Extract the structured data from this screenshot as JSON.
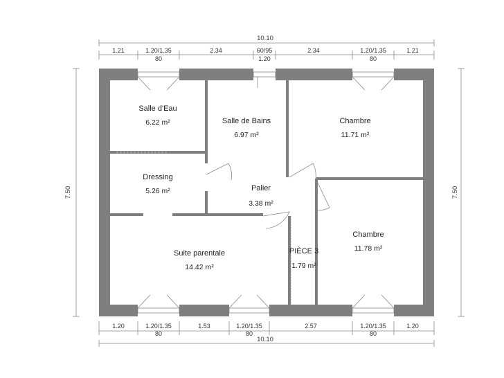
{
  "rooms": {
    "salle_eau": {
      "name": "Salle d'Eau",
      "area": "6.22 m²"
    },
    "salle_bains": {
      "name": "Salle de Bains",
      "area": "6.97 m²"
    },
    "chambre_1": {
      "name": "Chambre",
      "area": "11.71 m²"
    },
    "dressing": {
      "name": "Dressing",
      "area": "5.26 m²"
    },
    "palier": {
      "name": "Palier",
      "area": "3.38 m²"
    },
    "chambre_2": {
      "name": "Chambre",
      "area": "11.78 m²"
    },
    "suite": {
      "name": "Suite parentale",
      "area": "14.42 m²"
    },
    "piece_3": {
      "name": "PIÈCE 3",
      "area": "1.79 m²"
    }
  },
  "dimensions": {
    "top_total": "10.10",
    "top_segments": [
      "1.21",
      "1.20/1.35",
      "2.34",
      "60/95",
      "2.34",
      "1.20/1.35",
      "1.21"
    ],
    "top_sub": [
      "80",
      "1.20",
      "80"
    ],
    "bottom_segments": [
      "1.20",
      "1.20/1.35",
      "1.53",
      "1.20/1.35",
      "2.57",
      "1.20/1.35",
      "1.20"
    ],
    "bottom_sub": [
      "80",
      "80",
      "80"
    ],
    "bottom_total": "10.10",
    "left_height": "7.50",
    "right_height": "7.50"
  },
  "colors": {
    "wall": "#7f7f7f",
    "line": "#888888",
    "text": "#222222"
  }
}
